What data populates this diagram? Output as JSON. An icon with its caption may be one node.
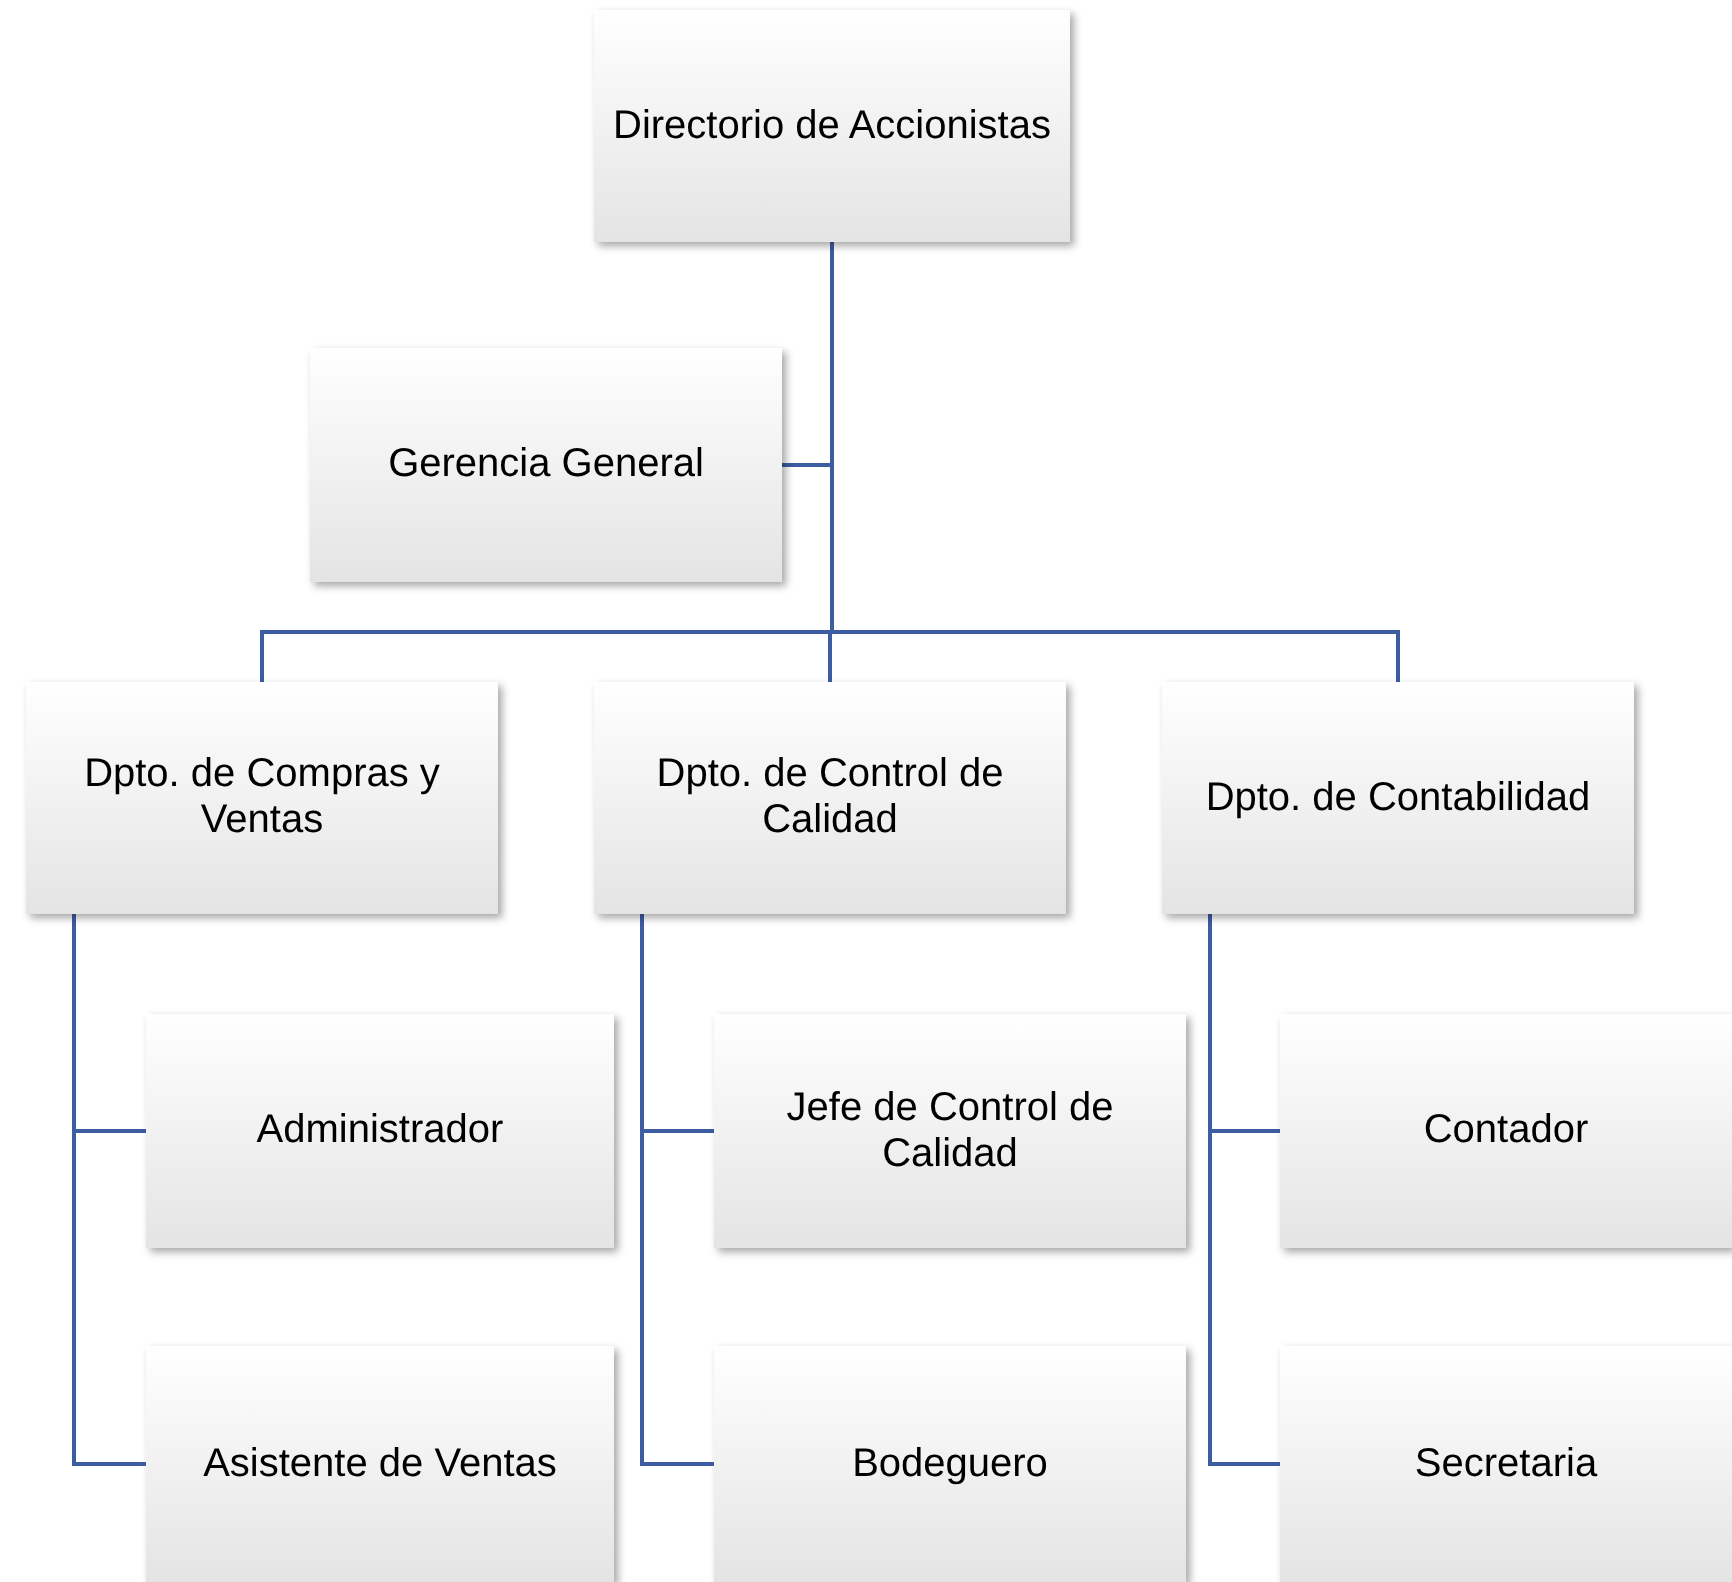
{
  "diagram": {
    "nodes": [
      {
        "text": [
          "Directorio de Accionistas"
        ]
      },
      {
        "text": [
          "Gerencia General"
        ]
      },
      {
        "text": [
          "Dpto. de Compras y Ventas"
        ]
      },
      {
        "text": [
          "Dpto. de Control de Calidad"
        ]
      },
      {
        "text": [
          "Dpto. de Contabilidad"
        ]
      },
      {
        "text": [
          "Administrador"
        ]
      },
      {
        "text": [
          "Jefe de Control de Calidad"
        ]
      },
      {
        "text": [
          "Contador"
        ]
      },
      {
        "text": [
          "Asistente de Ventas"
        ]
      },
      {
        "text": [
          "Bodeguero"
        ]
      },
      {
        "text": [
          "Secretaria"
        ]
      }
    ],
    "edges": [
      {
        "from": 0,
        "to": 1,
        "arrow": "none"
      },
      {
        "from": 0,
        "to": 2,
        "arrow": "none"
      },
      {
        "from": 0,
        "to": 3,
        "arrow": "none"
      },
      {
        "from": 0,
        "to": 4,
        "arrow": "none"
      },
      {
        "from": 2,
        "to": 5,
        "arrow": "none"
      },
      {
        "from": 3,
        "to": 6,
        "arrow": "none"
      },
      {
        "from": 4,
        "to": 7,
        "arrow": "none"
      },
      {
        "from": 2,
        "to": 8,
        "arrow": "none"
      },
      {
        "from": 3,
        "to": 9,
        "arrow": "none"
      },
      {
        "from": 4,
        "to": 10,
        "arrow": "none"
      }
    ]
  }
}
